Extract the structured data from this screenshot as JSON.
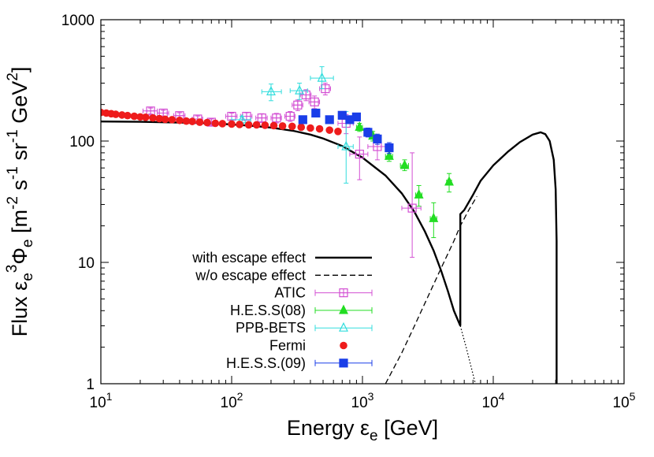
{
  "chart_data": {
    "type": "scatter",
    "xlabel_parts": {
      "prefix": "Energy ",
      "eps": "ε",
      "sub": "e",
      "suffix": " [GeV]"
    },
    "ylabel_parts": {
      "flux": "Flux ",
      "eps": "ε",
      "sub1": "e",
      "sup1": "3",
      "phi": "Φ",
      "sub2": "e",
      "units_open": " [m",
      "m_exp": "-2",
      "s": " s",
      "s_exp": "-1",
      "sr": " sr",
      "sr_exp": "-1",
      "gev": " GeV",
      "gev_exp": "2",
      "close": "]"
    },
    "x_scale": "log",
    "y_scale": "log",
    "xlim": [
      10,
      100000
    ],
    "ylim": [
      1,
      1000
    ],
    "x_ticks": [
      {
        "value": 10,
        "base": "10",
        "exp": "1"
      },
      {
        "value": 100,
        "base": "10",
        "exp": "2"
      },
      {
        "value": 1000,
        "base": "10",
        "exp": "3"
      },
      {
        "value": 10000,
        "base": "10",
        "exp": "4"
      },
      {
        "value": 100000,
        "base": "10",
        "exp": "5"
      }
    ],
    "y_ticks": [
      {
        "value": 1,
        "label": "1"
      },
      {
        "value": 10,
        "label": "10"
      },
      {
        "value": 100,
        "label": "100"
      },
      {
        "value": 1000,
        "label": "1000"
      }
    ],
    "grid": false,
    "legend_position": "bottom-left",
    "series": [
      {
        "name": "with escape effect",
        "kind": "line",
        "style": "solid",
        "color": "#000000",
        "x": [
          10,
          20,
          40,
          70,
          100,
          150,
          200,
          300,
          400,
          500,
          700,
          1000,
          1500,
          2000,
          2500,
          3000,
          3500,
          4000,
          4500,
          5000,
          5600,
          5600,
          6000,
          7000,
          8000,
          10000,
          13000,
          16000,
          20000,
          23000,
          25000,
          27000,
          29000,
          30000,
          30500,
          30500
        ],
        "y": [
          145,
          144,
          142,
          140,
          137,
          133,
          129,
          121,
          113,
          105,
          91,
          73,
          52,
          37,
          26,
          18,
          12.5,
          8.5,
          5.8,
          4,
          3.0,
          25,
          27,
          36,
          47,
          63,
          82,
          98,
          113,
          118,
          114,
          100,
          70,
          40,
          15,
          1
        ]
      },
      {
        "name": "w/o escape effect",
        "kind": "line",
        "style": "dashed",
        "color": "#000000",
        "x": [
          1500,
          2000,
          2500,
          3000,
          4000,
          5000,
          5600,
          6500,
          7500
        ],
        "y": [
          1,
          1.8,
          3,
          4.6,
          9,
          15,
          20,
          27,
          35
        ]
      },
      {
        "name": "",
        "kind": "line",
        "style": "dotted",
        "color": "#000000",
        "x": [
          5600,
          6200,
          6800,
          7300
        ],
        "y": [
          3.0,
          2.0,
          1.35,
          1
        ]
      },
      {
        "name": "ATIC",
        "kind": "points",
        "marker": "open-square",
        "color": "#d34fd3",
        "points": [
          {
            "x": 24,
            "y": 177,
            "xlo": 21,
            "xhi": 27,
            "ylo": 167,
            "yhi": 187
          },
          {
            "x": 30,
            "y": 170,
            "xlo": 27,
            "xhi": 33,
            "ylo": 161,
            "yhi": 179
          },
          {
            "x": 40,
            "y": 162,
            "xlo": 36,
            "xhi": 44,
            "ylo": 153,
            "yhi": 171
          },
          {
            "x": 55,
            "y": 152,
            "xlo": 50,
            "xhi": 60,
            "ylo": 143,
            "yhi": 161
          },
          {
            "x": 70,
            "y": 143,
            "xlo": 63,
            "xhi": 77,
            "ylo": 135,
            "yhi": 152
          },
          {
            "x": 100,
            "y": 160,
            "xlo": 90,
            "xhi": 110,
            "ylo": 150,
            "yhi": 170
          },
          {
            "x": 130,
            "y": 160,
            "xlo": 117,
            "xhi": 143,
            "ylo": 149,
            "yhi": 171
          },
          {
            "x": 170,
            "y": 155,
            "xlo": 153,
            "xhi": 187,
            "ylo": 142,
            "yhi": 168
          },
          {
            "x": 220,
            "y": 155,
            "xlo": 200,
            "xhi": 240,
            "ylo": 141,
            "yhi": 169
          },
          {
            "x": 280,
            "y": 160,
            "xlo": 255,
            "xhi": 305,
            "ylo": 145,
            "yhi": 175
          },
          {
            "x": 320,
            "y": 198,
            "xlo": 290,
            "xhi": 350,
            "ylo": 178,
            "yhi": 218
          },
          {
            "x": 370,
            "y": 240,
            "xlo": 335,
            "xhi": 405,
            "ylo": 215,
            "yhi": 265
          },
          {
            "x": 430,
            "y": 210,
            "xlo": 390,
            "xhi": 470,
            "ylo": 185,
            "yhi": 235
          },
          {
            "x": 520,
            "y": 270,
            "xlo": 470,
            "xhi": 570,
            "ylo": 240,
            "yhi": 300
          },
          {
            "x": 750,
            "y": 140,
            "xlo": 650,
            "xhi": 850,
            "ylo": 115,
            "yhi": 165
          },
          {
            "x": 950,
            "y": 78,
            "xlo": 800,
            "xhi": 1100,
            "ylo": 48,
            "yhi": 108
          },
          {
            "x": 1300,
            "y": 90,
            "xlo": 1100,
            "xhi": 1500,
            "ylo": 70,
            "yhi": 110
          },
          {
            "x": 2400,
            "y": 28,
            "xlo": 2000,
            "xhi": 2800,
            "ylo": 11,
            "yhi": 80
          }
        ]
      },
      {
        "name": "H.E.S.S(08)",
        "kind": "points",
        "marker": "filled-triangle",
        "color": "#22dd22",
        "points": [
          {
            "x": 950,
            "y": 130,
            "xlo": 900,
            "xhi": 1000,
            "ylo": 120,
            "yhi": 140
          },
          {
            "x": 1200,
            "y": 110,
            "xlo": 1130,
            "xhi": 1270,
            "ylo": 100,
            "yhi": 120
          },
          {
            "x": 1600,
            "y": 75,
            "xlo": 1500,
            "xhi": 1700,
            "ylo": 68,
            "yhi": 82
          },
          {
            "x": 2100,
            "y": 63,
            "xlo": 1950,
            "xhi": 2250,
            "ylo": 57,
            "yhi": 70
          },
          {
            "x": 2700,
            "y": 36,
            "xlo": 2550,
            "xhi": 2850,
            "ylo": 29,
            "yhi": 43
          },
          {
            "x": 3500,
            "y": 23,
            "xlo": 3300,
            "xhi": 3700,
            "ylo": 16,
            "yhi": 31
          },
          {
            "x": 4600,
            "y": 46,
            "xlo": 4400,
            "xhi": 4800,
            "ylo": 38,
            "yhi": 54
          }
        ]
      },
      {
        "name": "PPB-BETS",
        "kind": "points",
        "marker": "open-triangle",
        "color": "#33dddd",
        "points": [
          {
            "x": 120,
            "y": 150,
            "xlo": 100,
            "xhi": 140,
            "ylo": 140,
            "yhi": 160
          },
          {
            "x": 200,
            "y": 255,
            "xlo": 170,
            "xhi": 240,
            "ylo": 215,
            "yhi": 295
          },
          {
            "x": 330,
            "y": 260,
            "xlo": 280,
            "xhi": 380,
            "ylo": 220,
            "yhi": 300
          },
          {
            "x": 490,
            "y": 330,
            "xlo": 400,
            "xhi": 600,
            "ylo": 270,
            "yhi": 410
          },
          {
            "x": 750,
            "y": 90,
            "xlo": 650,
            "xhi": 850,
            "ylo": 45,
            "yhi": 175
          }
        ]
      },
      {
        "name": "Fermi",
        "kind": "points",
        "marker": "filled-circle",
        "color": "#ee1c1c",
        "points": [
          {
            "x": 10,
            "y": 172
          },
          {
            "x": 11,
            "y": 170
          },
          {
            "x": 12,
            "y": 168
          },
          {
            "x": 13,
            "y": 166
          },
          {
            "x": 14.5,
            "y": 164
          },
          {
            "x": 16,
            "y": 162
          },
          {
            "x": 18,
            "y": 160
          },
          {
            "x": 20,
            "y": 158
          },
          {
            "x": 22,
            "y": 157
          },
          {
            "x": 25,
            "y": 155
          },
          {
            "x": 28,
            "y": 153
          },
          {
            "x": 31,
            "y": 151
          },
          {
            "x": 35,
            "y": 150
          },
          {
            "x": 40,
            "y": 148
          },
          {
            "x": 45,
            "y": 146
          },
          {
            "x": 50,
            "y": 145
          },
          {
            "x": 57,
            "y": 143
          },
          {
            "x": 65,
            "y": 142
          },
          {
            "x": 75,
            "y": 140
          },
          {
            "x": 85,
            "y": 139
          },
          {
            "x": 100,
            "y": 138
          },
          {
            "x": 115,
            "y": 137
          },
          {
            "x": 135,
            "y": 136
          },
          {
            "x": 155,
            "y": 136
          },
          {
            "x": 180,
            "y": 135
          },
          {
            "x": 210,
            "y": 134
          },
          {
            "x": 245,
            "y": 133
          },
          {
            "x": 290,
            "y": 132
          },
          {
            "x": 340,
            "y": 130
          },
          {
            "x": 400,
            "y": 128
          },
          {
            "x": 470,
            "y": 126
          },
          {
            "x": 560,
            "y": 123
          },
          {
            "x": 650,
            "y": 120
          }
        ]
      },
      {
        "name": "H.E.S.S.(09)",
        "kind": "points",
        "marker": "filled-square",
        "color": "#1a3ee8",
        "points": [
          {
            "x": 350,
            "y": 150,
            "xlo": 330,
            "xhi": 370,
            "ylo": 142,
            "yhi": 158
          },
          {
            "x": 440,
            "y": 170,
            "xlo": 415,
            "xhi": 465,
            "ylo": 160,
            "yhi": 180
          },
          {
            "x": 560,
            "y": 150,
            "xlo": 530,
            "xhi": 590,
            "ylo": 141,
            "yhi": 159
          },
          {
            "x": 700,
            "y": 163,
            "xlo": 660,
            "xhi": 740,
            "ylo": 152,
            "yhi": 174
          },
          {
            "x": 800,
            "y": 150,
            "xlo": 750,
            "xhi": 850,
            "ylo": 140,
            "yhi": 160
          },
          {
            "x": 900,
            "y": 158,
            "xlo": 850,
            "xhi": 950,
            "ylo": 147,
            "yhi": 169
          },
          {
            "x": 1100,
            "y": 118,
            "xlo": 1030,
            "xhi": 1170,
            "ylo": 108,
            "yhi": 128
          },
          {
            "x": 1300,
            "y": 104,
            "xlo": 1230,
            "xhi": 1370,
            "ylo": 94,
            "yhi": 114
          },
          {
            "x": 1600,
            "y": 88,
            "xlo": 1500,
            "xhi": 1700,
            "ylo": 79,
            "yhi": 97
          }
        ]
      }
    ],
    "legend": [
      {
        "label": "with escape effect",
        "series": 0
      },
      {
        "label": "w/o escape effect",
        "series": 1
      },
      {
        "label": "ATIC",
        "series": 3
      },
      {
        "label": "H.E.S.S(08)",
        "series": 4
      },
      {
        "label": "PPB-BETS",
        "series": 5
      },
      {
        "label": "Fermi",
        "series": 6
      },
      {
        "label": "H.E.S.S.(09)",
        "series": 7
      }
    ]
  }
}
